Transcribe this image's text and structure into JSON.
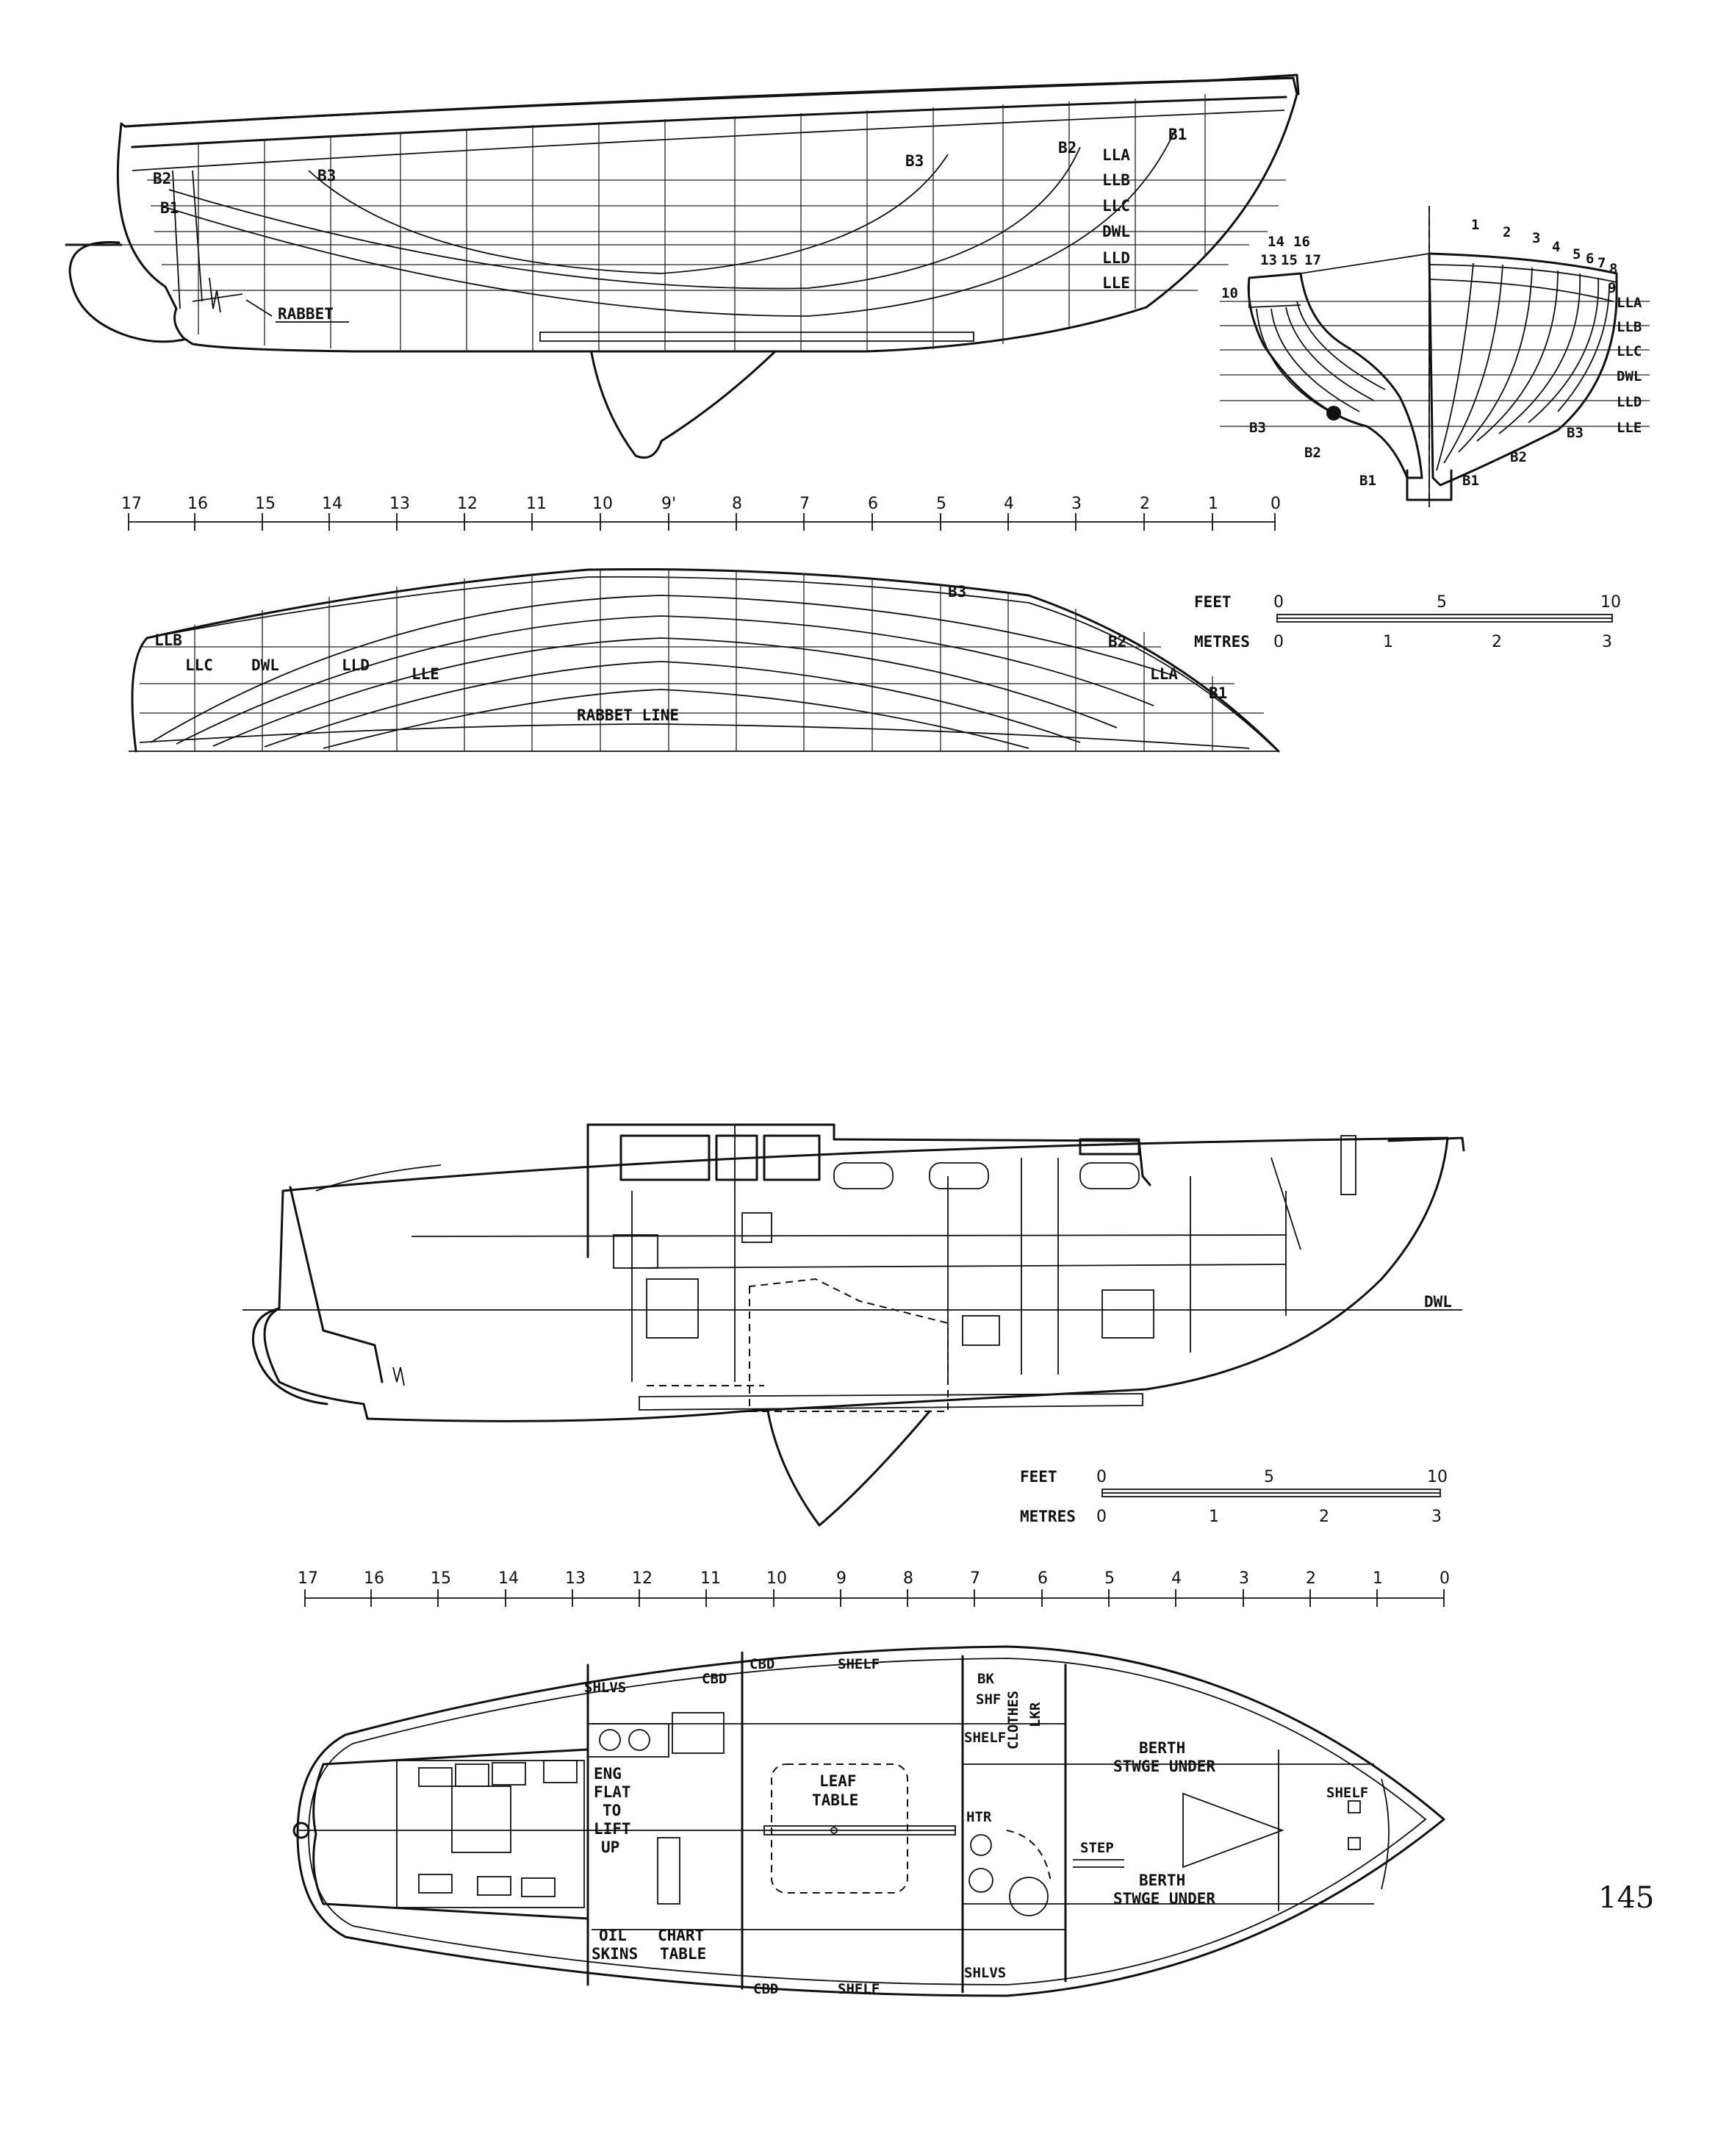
{
  "page_number": "145",
  "lines_plan": {
    "profile_labels": {
      "buttocks": [
        "B1",
        "B2",
        "B3"
      ],
      "waterlines": [
        "LLA",
        "LLB",
        "LLC",
        "DWL",
        "LLD",
        "LLE"
      ],
      "rabbet": "RABBET"
    },
    "body_plan": {
      "aft_stations": [
        "10",
        "13",
        "14",
        "15",
        "16",
        "17"
      ],
      "fwd_stations": [
        "1",
        "2",
        "3",
        "4",
        "5",
        "6",
        "7",
        "8",
        "9"
      ],
      "waterlines": [
        "LLA",
        "LLB",
        "LLC",
        "DWL",
        "LLD",
        "LLE"
      ],
      "buttocks": [
        "B1",
        "B2",
        "B3"
      ]
    },
    "station_scale": [
      "17",
      "16",
      "15",
      "14",
      "13",
      "12",
      "11",
      "10",
      "9'",
      "8",
      "7",
      "6",
      "5",
      "4",
      "3",
      "2",
      "1",
      "0"
    ],
    "half_breadth_labels": {
      "lines": [
        "LLB",
        "LLC",
        "DWL",
        "LLD",
        "LLE",
        "LLA"
      ],
      "buttocks": [
        "B1",
        "B2",
        "B3"
      ],
      "rabbet": "RABBET LINE"
    },
    "scale_bar": {
      "feet_label": "FEET",
      "feet_ticks": [
        "0",
        "5",
        "10"
      ],
      "metres_label": "METRES",
      "metres_ticks": [
        "0",
        "1",
        "2",
        "3"
      ]
    }
  },
  "accommodation": {
    "dwl_label": "DWL",
    "scale_bar": {
      "feet_label": "FEET",
      "feet_ticks": [
        "0",
        "5",
        "10"
      ],
      "metres_label": "METRES",
      "metres_ticks": [
        "0",
        "1",
        "2",
        "3"
      ]
    },
    "station_scale": [
      "17",
      "16",
      "15",
      "14",
      "13",
      "12",
      "11",
      "10",
      "9",
      "8",
      "7",
      "6",
      "5",
      "4",
      "3",
      "2",
      "1",
      "0"
    ],
    "plan_labels": {
      "shlvs_top": "SHLVS",
      "cbd_top_a": "CBD",
      "cbd_top_b": "CBD",
      "shelf_top": "SHELF",
      "bk": "BK",
      "shf": "SHF",
      "shelf_mid": "SHELF",
      "clothes": "CLOTHES",
      "lkr": "LKR",
      "berth_1": "BERTH",
      "stwge_1": "STWGE UNDER",
      "shelf_fwd": "SHELF",
      "eng": "ENG",
      "flat": "FLAT",
      "to": "TO",
      "lift": "LIFT",
      "up": "UP",
      "leaf": "LEAF",
      "table": "TABLE",
      "htr": "HTR",
      "step": "STEP",
      "berth_2": "BERTH",
      "stwge_2": "STWGE UNDER",
      "oil": "OIL",
      "skins": "SKINS",
      "chart": "CHART",
      "chart_table": "TABLE",
      "cbd_bot": "CBD",
      "shelf_bot": "SHELF",
      "shlvs_bot": "SHLVS"
    }
  }
}
